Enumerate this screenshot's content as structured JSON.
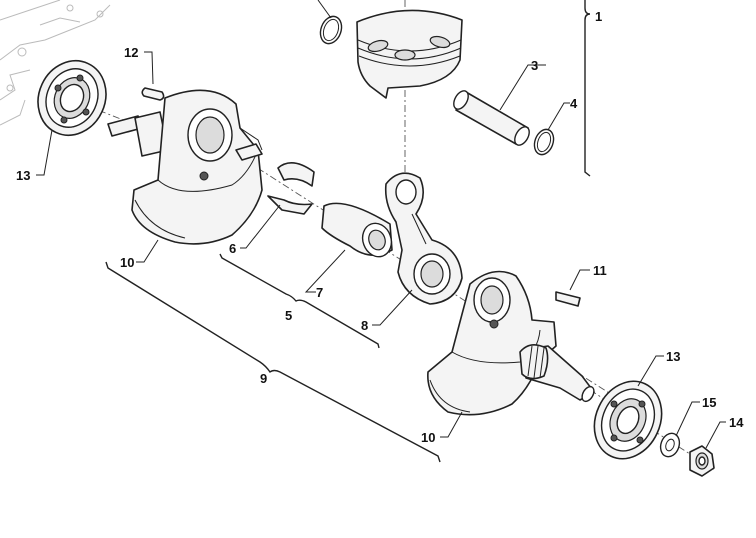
{
  "callouts": [
    {
      "id": "c1",
      "text": "1"
    },
    {
      "id": "c3",
      "text": "3"
    },
    {
      "id": "c4",
      "text": "4"
    },
    {
      "id": "c5",
      "text": "5"
    },
    {
      "id": "c6",
      "text": "6"
    },
    {
      "id": "c7",
      "text": "7"
    },
    {
      "id": "c8",
      "text": "8"
    },
    {
      "id": "c9",
      "text": "9"
    },
    {
      "id": "c10a",
      "text": "10"
    },
    {
      "id": "c10b",
      "text": "10"
    },
    {
      "id": "c11",
      "text": "11"
    },
    {
      "id": "c12",
      "text": "12"
    },
    {
      "id": "c13a",
      "text": "13"
    },
    {
      "id": "c13b",
      "text": "13"
    },
    {
      "id": "c14",
      "text": "14"
    },
    {
      "id": "c15",
      "text": "15"
    }
  ]
}
